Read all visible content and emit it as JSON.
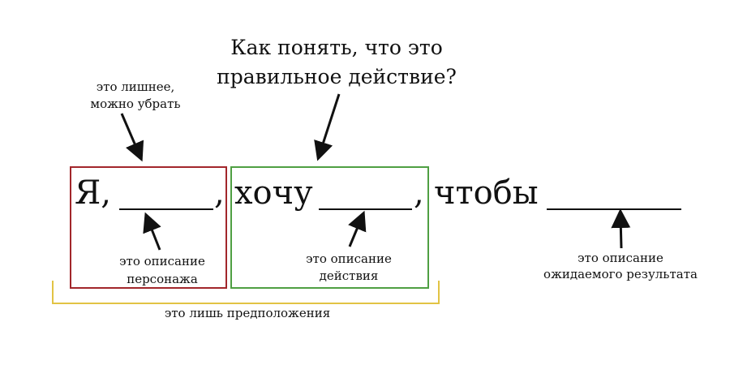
{
  "colors": {
    "persona_box": "#a2262b",
    "action_box": "#4f9f43",
    "assumption_bracket": "#e2c344",
    "ink": "#111111"
  },
  "question": {
    "line1": "Как понять, что это",
    "line2": "правильное действие?"
  },
  "sentence": {
    "part1": "Я,",
    "comma1": ",",
    "part2": "хочу",
    "comma2": ",",
    "part3": "чтобы"
  },
  "notes": {
    "extra_line1": "это лишнее,",
    "extra_line2": "можно убрать",
    "persona_line1": "это описание",
    "persona_line2": "персонажа",
    "action_line1": "это описание",
    "action_line2": "действия",
    "result_line1": "это описание",
    "result_line2": "ожидаемого результата",
    "assumptions": "это лишь предположения"
  }
}
